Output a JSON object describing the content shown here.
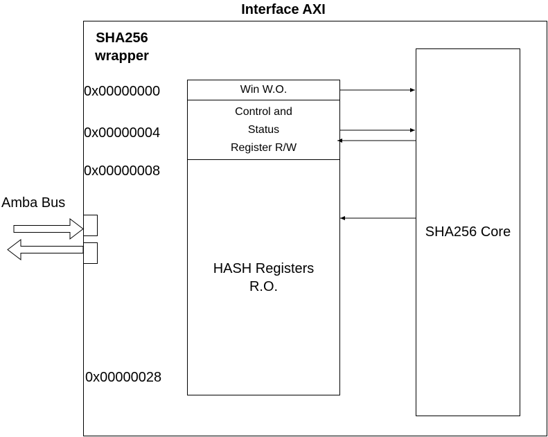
{
  "title": "Interface AXI",
  "wrapper": {
    "label_line1": "SHA256",
    "label_line2": "wrapper"
  },
  "addresses": {
    "addr0": "0x00000000",
    "addr4": "0x00000004",
    "addr8": "0x00000008",
    "addr28": "0x00000028"
  },
  "registers": {
    "win": "Win W.O.",
    "csr_line1": "Control and",
    "csr_line2": "Status",
    "csr_line3": "Register R/W",
    "hash_line1": "HASH Registers",
    "hash_line2": "R.O."
  },
  "core": {
    "label": "SHA256 Core"
  },
  "bus": {
    "label": "Amba Bus"
  }
}
